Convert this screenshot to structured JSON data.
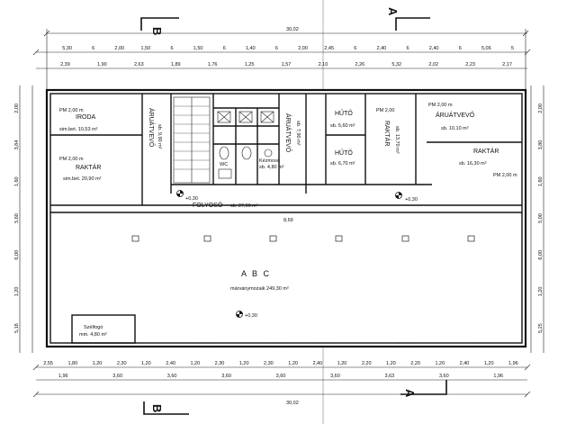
{
  "sections": {
    "a_top": "A",
    "b_top": "B",
    "a_bottom": "A",
    "b_bottom": "B"
  },
  "overall": {
    "top": "30,02",
    "bottom": "30,02",
    "inner_span": "8,69"
  },
  "top_dims_row1": [
    "5,30",
    "6",
    "2,00",
    "1,50",
    "6",
    "1,50",
    "6",
    "1,40",
    "6",
    "2,00",
    "2,45",
    "6",
    "2,40",
    "6",
    "2,40",
    "6",
    "5,06",
    "5"
  ],
  "top_dims_row2": [
    "2,39",
    "1,90",
    "2,63",
    "1,89",
    "1,76",
    "1,25",
    "1,57",
    "2,10",
    "2,26",
    "5,32",
    "2,02",
    "2,23",
    "2,17"
  ],
  "bottom_dims_row1": [
    "2,55",
    "1,80",
    "1,20",
    "2,30",
    "1,20",
    "2,40",
    "1,20",
    "2,30",
    "1,20",
    "2,30",
    "1,20",
    "2,40",
    "1,20",
    "2,20",
    "1,20",
    "2,20",
    "1,20",
    "2,40",
    "1,20",
    "1,96"
  ],
  "bottom_dims_row2": [
    "1,96",
    "3,60",
    "3,60",
    "3,60",
    "3,60",
    "3,60",
    "3,63",
    "3,60",
    "1,96"
  ],
  "left_dims": [
    "2,00",
    "3,84",
    "1,60",
    "5,60",
    "6,00",
    "1,20",
    "5,18"
  ],
  "right_dims": [
    "2,00",
    "3,80",
    "1,60",
    "5,00",
    "6,00",
    "1,20",
    "5,25"
  ],
  "rooms": {
    "iroda": {
      "name": "IRODA",
      "pm": "PM 2,00 m",
      "area": "sim.bet. 10,53 m²"
    },
    "raktar_left": {
      "name": "RAKTÁR",
      "pm": "PM 2,00 m",
      "area": "sim.bet. 20,90 m²"
    },
    "aruatvevo_left": {
      "name": "ÁRUÁTVEVŐ",
      "area": "sb. 9,90 m²"
    },
    "wc": {
      "name": "WC"
    },
    "kezelo": {
      "name": "Kézmosó",
      "area": "sb. 4,80 m²"
    },
    "aruatvevo_mid": {
      "name": "ÁRUÁTVEVŐ",
      "area": "sb. 7,90 m²"
    },
    "huto1": {
      "name": "HŰTŐ",
      "area": "sb. 5,60 m²"
    },
    "huto2": {
      "name": "HŰTŐ",
      "area": "sb. 6,70 m²"
    },
    "raktar_mid": {
      "name": "RAKTÁR",
      "pm": "PM 2,00",
      "area": "sb. 13,70 m²"
    },
    "aruatvevo_right": {
      "name": "ÁRUÁTVEVŐ",
      "pm": "PM 2,00 m",
      "area": "sb. 10,10 m²"
    },
    "raktar_right": {
      "name": "RAKTÁR",
      "pm": "PM 2,00 m",
      "area": "sb. 16,30 m²"
    },
    "folyoso": {
      "name": "FOLYOSÓ",
      "area": "sb. 27,90 m²"
    },
    "shop": {
      "name": "A B C",
      "area": "márványmozaik 249,30 m²"
    },
    "szelfogo": {
      "name": "Szélfogó",
      "area": "mm. 4,80 m²"
    }
  },
  "levels": {
    "l1": "+0,30",
    "l2": "+0,30",
    "l3": "+0,30"
  },
  "colors": {
    "line": "#111111",
    "paper": "#ffffff",
    "fold": "#d8d8d8"
  }
}
